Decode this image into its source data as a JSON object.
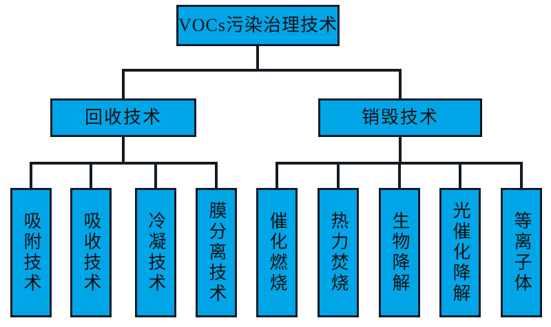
{
  "diagram": {
    "type": "tree-flowchart",
    "root": {
      "label": "VOCs污染治理技术"
    },
    "branches": [
      {
        "label": "回收技术",
        "children": [
          {
            "label": "吸附技术"
          },
          {
            "label": "吸收技术"
          },
          {
            "label": "冷凝技术"
          },
          {
            "label": "膜分离技术"
          }
        ]
      },
      {
        "label": "销毁技术",
        "children": [
          {
            "label": "催化燃烧"
          },
          {
            "label": "热力焚烧"
          },
          {
            "label": "生物降解"
          },
          {
            "label": "光催化降解"
          },
          {
            "label": "等离子体"
          }
        ]
      }
    ],
    "colors": {
      "node_fill": "#00A6E8",
      "node_border": "#131A22",
      "connector": "#131A22",
      "text": "#101010",
      "background": "#FFFFFF"
    }
  }
}
